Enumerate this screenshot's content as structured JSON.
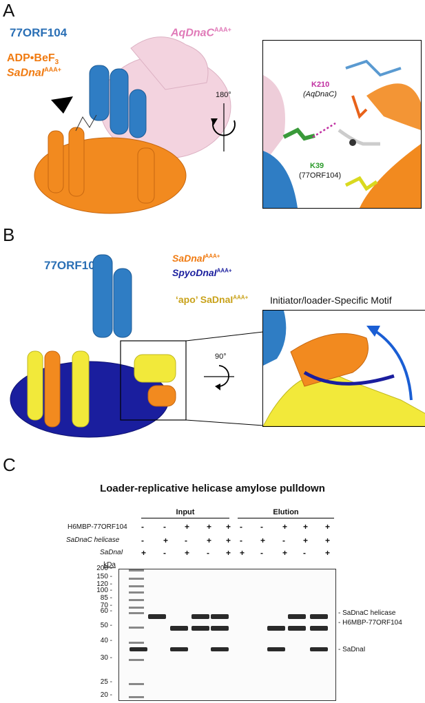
{
  "panelA": {
    "letter": "A",
    "label_77orf": "77ORF104",
    "label_aqdnac": "AqDnaC",
    "label_aqdnac_sup": "AAA+",
    "label_adp": "ADP•BeF",
    "label_adp_sub": "3",
    "label_sadnai": "SaDnaI",
    "label_sadnai_sup": "AAA+",
    "rotation": "180°",
    "k210": "K210",
    "k210_sub": "(AqDnaC)",
    "k39": "K39",
    "k39_sub": "(77ORF104)"
  },
  "panelB": {
    "letter": "B",
    "label_77orf": "77ORF104",
    "legend_sadnai": "SaDnaI",
    "legend_sadnai_sup": "AAA+",
    "legend_spyo": "SpyoDnaI",
    "legend_spyo_sup": "AAA+",
    "legend_apo": "‘apo’ SaDnaI",
    "legend_apo_sup": "AAA+",
    "rotation": "90°",
    "motif_title": "Initiator/loader-Specific Motif"
  },
  "panelC": {
    "letter": "C",
    "title": "Loader-replicative helicase amylose pulldown",
    "group_input": "Input",
    "group_elution": "Elution",
    "row_labels": [
      "H6MBP-77ORF104",
      "SaDnaC helicase",
      "SaDnaI"
    ],
    "kda_label": "kDa",
    "ladder": [
      "200",
      "150",
      "120",
      "100",
      "85",
      "70",
      "60",
      "50",
      "40",
      "30",
      "25",
      "20"
    ],
    "lane_signs": [
      [
        "-",
        "-",
        "+",
        "+",
        "+",
        "-",
        "-",
        "+",
        "+",
        "+"
      ],
      [
        "-",
        "+",
        "-",
        "+",
        "+",
        "-",
        "+",
        "-",
        "+",
        "+"
      ],
      [
        "+",
        "-",
        "+",
        "-",
        "+",
        "+",
        "-",
        "+",
        "-",
        "+"
      ]
    ],
    "band_labels": [
      "- SaDnaC helicase",
      "- H6MBP-77ORF104",
      "- SaDnaI"
    ]
  }
}
